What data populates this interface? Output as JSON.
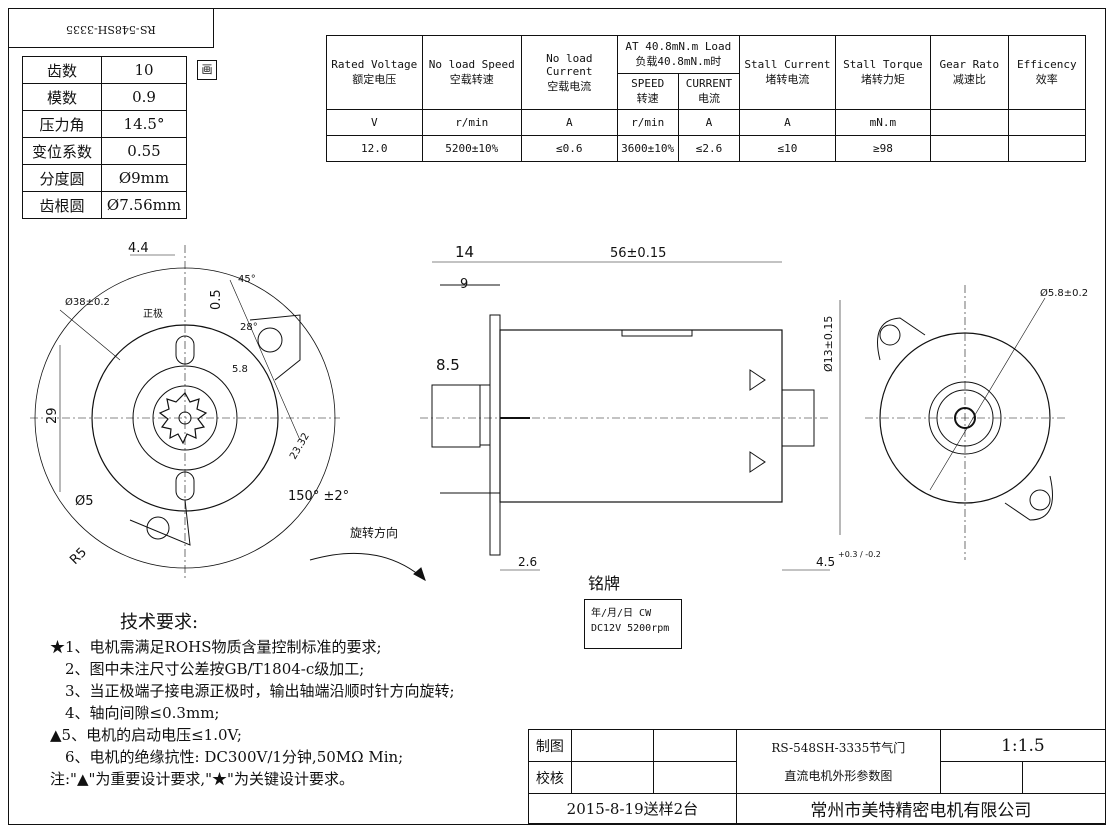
{
  "stamp_text": "RS-548SH-3335",
  "gear_table": {
    "rows": [
      {
        "label": "齿数",
        "value": "10"
      },
      {
        "label": "模数",
        "value": "0.9"
      },
      {
        "label": "压力角",
        "value": "14.5°"
      },
      {
        "label": "变位系数",
        "value": "0.55"
      },
      {
        "label": "分度圆",
        "value": "Ø9mm"
      },
      {
        "label": "齿根圆",
        "value": "Ø7.56mm"
      }
    ],
    "icon_label": "画"
  },
  "spec_table": {
    "headers": {
      "rated_voltage": "Rated Voltage\n额定电压",
      "no_load_speed": "No load Speed\n空载转速",
      "no_load_current": "No load Current\n空载电流",
      "at_load": "AT 40.8mN.m Load\n负载40.8mN.m时",
      "speed": "SPEED\n转速",
      "current": "CURRENT\n电流",
      "stall_current": "Stall Current\n堵转电流",
      "stall_torque": "Stall Torque\n堵转力矩",
      "gear_ratio": "Gear Rato\n减速比",
      "efficiency": "Efficency\n效率"
    },
    "units": [
      "V",
      "r/min",
      "A",
      "r/min",
      "A",
      "A",
      "mN.m",
      "",
      ""
    ],
    "values": [
      "12.0",
      "5200±10%",
      "≤0.6",
      "3600±10%",
      "≤2.6",
      "≤10",
      "≥98",
      "",
      ""
    ]
  },
  "dimensions": {
    "d_4_4": "4.4",
    "d_45": "45°",
    "d_0_5": "0.5",
    "d_28": "28°",
    "d_38": "Ø38±0.2",
    "d_zhengji": "正极",
    "d_29": "29",
    "d_5_8a": "5.8",
    "d_23_32": "23.32",
    "d_150": "150° ±2°",
    "d_5": "Ø5",
    "d_r5": "R5",
    "d_rotation": "旋转方向",
    "d_14": "14",
    "d_56": "56±0.15",
    "d_9": "9",
    "d_8_5": "8.5",
    "d_13": "Ø13±0.15",
    "d_2_6": "2.6",
    "d_4_5": "4.5",
    "d_4_5_tol": "+0.3 / -0.2",
    "d_5_8": "Ø5.8±0.2"
  },
  "nameplate": {
    "title": "铭牌",
    "line1": "年/月/日  CW",
    "line2": "DC12V  5200rpm"
  },
  "requirements": {
    "title": "技术要求:",
    "items": [
      "★1、电机需满足ROHS物质含量控制标准的要求;",
      "　2、图中未注尺寸公差按GB/T1804-c级加工;",
      "　3、当正极端子接电源正极时，输出轴端沿顺时针方向旋转;",
      "　4、轴向间隙≤0.3mm;",
      "▲5、电机的启动电压≤1.0V;",
      "　6、电机的绝缘抗性: DC300V/1分钟,50MΩ  Min;",
      "注:\"▲\"为重要设计要求,\"★\"为关键设计要求。"
    ]
  },
  "title_block": {
    "drawn": "制图",
    "checked": "校核",
    "part": "RS-548SH-3335节气门",
    "desc": "直流电机外形参数图",
    "scale": "1:1.5",
    "date_note": "2015-8-19送样2台",
    "company": "常州市美特精密电机有限公司"
  },
  "colors": {
    "line": "#111111",
    "background": "#ffffff"
  }
}
